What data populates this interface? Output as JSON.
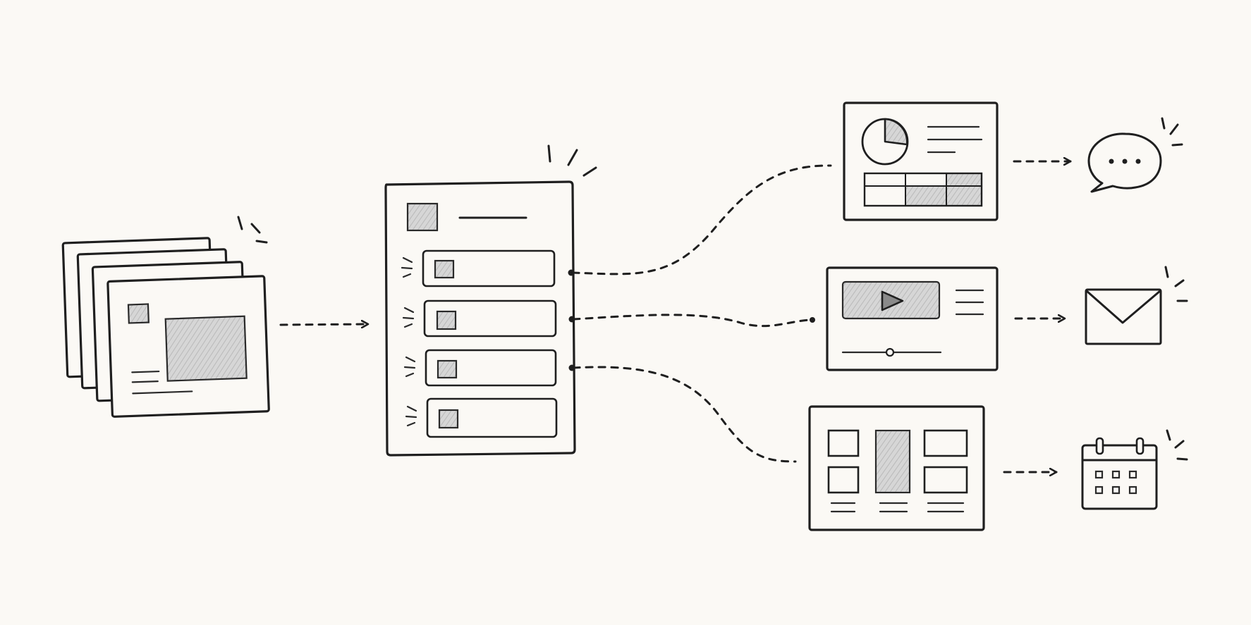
{
  "diagram": {
    "nodes": [
      {
        "id": "document-stack",
        "kind": "stacked-pages",
        "count": 4
      },
      {
        "id": "list-panel",
        "kind": "list-of-items",
        "item_count": 4
      },
      {
        "id": "dashboard-output",
        "kind": "pie-chart-and-table"
      },
      {
        "id": "video-output",
        "kind": "video-player"
      },
      {
        "id": "layout-output",
        "kind": "grid-layout"
      },
      {
        "id": "chat-icon",
        "kind": "icon",
        "icon": "speech-bubble-icon"
      },
      {
        "id": "mail-icon",
        "kind": "icon",
        "icon": "envelope-icon"
      },
      {
        "id": "calendar-icon",
        "kind": "icon",
        "icon": "calendar-icon"
      }
    ],
    "edges": [
      {
        "from": "document-stack",
        "to": "list-panel",
        "style": "dashed-arrow"
      },
      {
        "from": "list-panel",
        "to": "dashboard-output",
        "style": "dashed-curve"
      },
      {
        "from": "list-panel",
        "to": "video-output",
        "style": "dashed-curve"
      },
      {
        "from": "list-panel",
        "to": "layout-output",
        "style": "dashed-curve"
      },
      {
        "from": "dashboard-output",
        "to": "chat-icon",
        "style": "dashed-arrow"
      },
      {
        "from": "video-output",
        "to": "mail-icon",
        "style": "dashed-arrow"
      },
      {
        "from": "layout-output",
        "to": "calendar-icon",
        "style": "dashed-arrow"
      }
    ],
    "colors": {
      "background": "#fbf9f5",
      "ink": "#1f1f1f",
      "shade": "#cfcfcf"
    }
  }
}
